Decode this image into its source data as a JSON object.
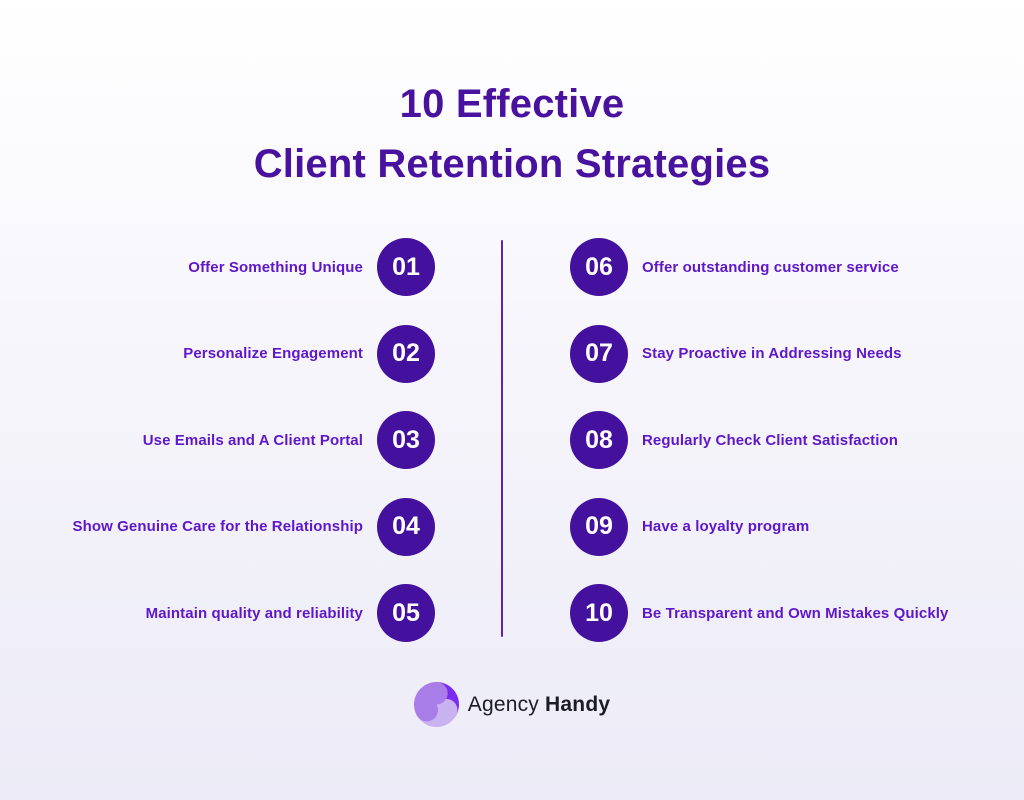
{
  "title": {
    "line1": "10 Effective",
    "line2": "Client Retention Strategies"
  },
  "items_left": [
    {
      "num": "01",
      "label": "Offer Something Unique"
    },
    {
      "num": "02",
      "label": "Personalize Engagement"
    },
    {
      "num": "03",
      "label": "Use Emails and A Client Portal"
    },
    {
      "num": "04",
      "label": "Show Genuine Care for the Relationship"
    },
    {
      "num": "05",
      "label": "Maintain quality and reliability"
    }
  ],
  "items_right": [
    {
      "num": "06",
      "label": "Offer outstanding customer service"
    },
    {
      "num": "07",
      "label": "Stay Proactive in Addressing Needs"
    },
    {
      "num": "08",
      "label": "Regularly Check Client Satisfaction"
    },
    {
      "num": "09",
      "label": "Have a loyalty program"
    },
    {
      "num": "10",
      "label": "Be Transparent and Own Mistakes Quickly"
    }
  ],
  "footer": {
    "brand_first": "Agency",
    "brand_second": "Handy",
    "logo_icon": "triple-swirl-icon"
  },
  "colors": {
    "title_text": "#48129F",
    "label_text": "#5E17C9",
    "badge_fill": "#44109E",
    "badge_text": "#FFFFFF",
    "divider": "#5B24B8",
    "brand_text": "#1C1C28",
    "logo_purple_vivid": "#7C2BF0",
    "logo_purple_medium": "#A87DE8",
    "logo_purple_light": "#C9B2F0",
    "background_top": "#FFFFFF",
    "background_bottom": "#ECEBF7"
  }
}
